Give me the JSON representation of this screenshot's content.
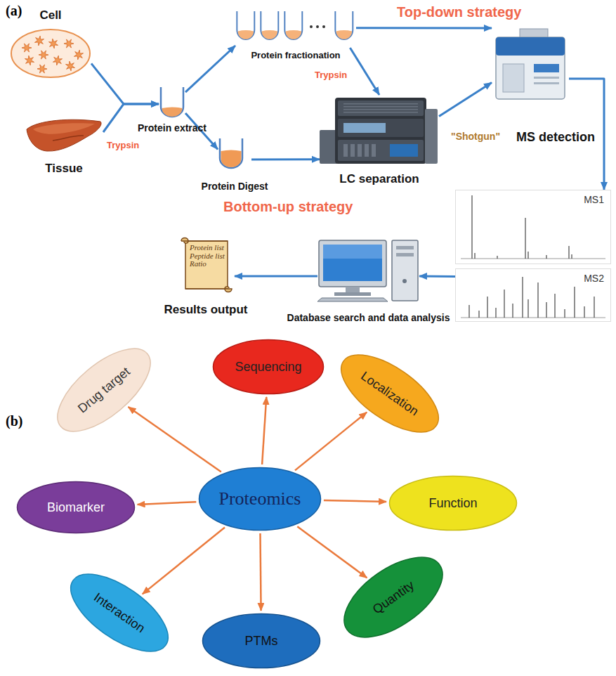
{
  "diagram": {
    "nodes": [
      {
        "text": [
          "Cell"
        ]
      },
      {
        "text": [
          "Tissue"
        ]
      },
      {
        "text": [
          "Protein extract"
        ]
      },
      {
        "text": [
          "Protein fractionation"
        ]
      },
      {
        "text": [
          "Protein Digest"
        ]
      },
      {
        "text": [
          "LC separation"
        ]
      },
      {
        "text": [
          "MS detection"
        ]
      },
      {
        "text": [
          "MS1"
        ]
      },
      {
        "text": [
          "MS2"
        ]
      },
      {
        "text": [
          "Database search and data analysis"
        ]
      },
      {
        "text": [
          "Protein list Peptide list Ratio",
          "Results output"
        ]
      },
      {
        "text": [
          "Proteomics"
        ]
      },
      {
        "text": [
          "Sequencing"
        ]
      },
      {
        "text": [
          "Localization"
        ]
      },
      {
        "text": [
          "Function"
        ]
      },
      {
        "text": [
          "Quantity"
        ]
      },
      {
        "text": [
          "PTMs"
        ]
      },
      {
        "text": [
          "Interaction"
        ]
      },
      {
        "text": [
          "Biomarker"
        ]
      },
      {
        "text": [
          "Drug target"
        ]
      }
    ],
    "edges": [
      {
        "from": 0,
        "to": 2,
        "arrow": "to"
      },
      {
        "from": 1,
        "to": 2,
        "arrow": "to"
      },
      {
        "from": 2,
        "to": 3,
        "arrow": "to"
      },
      {
        "from": 2,
        "to": 4,
        "label": "Trypsin",
        "arrow": "to"
      },
      {
        "from": 3,
        "to": 6,
        "arrow": "to"
      },
      {
        "from": 3,
        "to": 5,
        "label": "Trypsin",
        "arrow": "to"
      },
      {
        "from": 4,
        "to": 5,
        "arrow": "to"
      },
      {
        "from": 5,
        "to": 6,
        "label": "\"Shotgun\"",
        "arrow": "to"
      },
      {
        "from": 6,
        "to": 7,
        "arrow": "to"
      },
      {
        "from": 8,
        "to": 9,
        "arrow": "to"
      },
      {
        "from": 9,
        "to": 10,
        "arrow": "to"
      },
      {
        "from": 11,
        "to": 12,
        "arrow": "to"
      },
      {
        "from": 11,
        "to": 13,
        "arrow": "to"
      },
      {
        "from": 11,
        "to": 14,
        "arrow": "to"
      },
      {
        "from": 11,
        "to": 15,
        "arrow": "to"
      },
      {
        "from": 11,
        "to": 16,
        "arrow": "to"
      },
      {
        "from": 11,
        "to": 17,
        "arrow": "to"
      },
      {
        "from": 11,
        "to": 18,
        "arrow": "to"
      },
      {
        "from": 11,
        "to": 19,
        "arrow": "to"
      }
    ],
    "labels": [
      "(a)",
      "Top-down strategy",
      "Bottom-up strategy",
      "(b)"
    ]
  }
}
